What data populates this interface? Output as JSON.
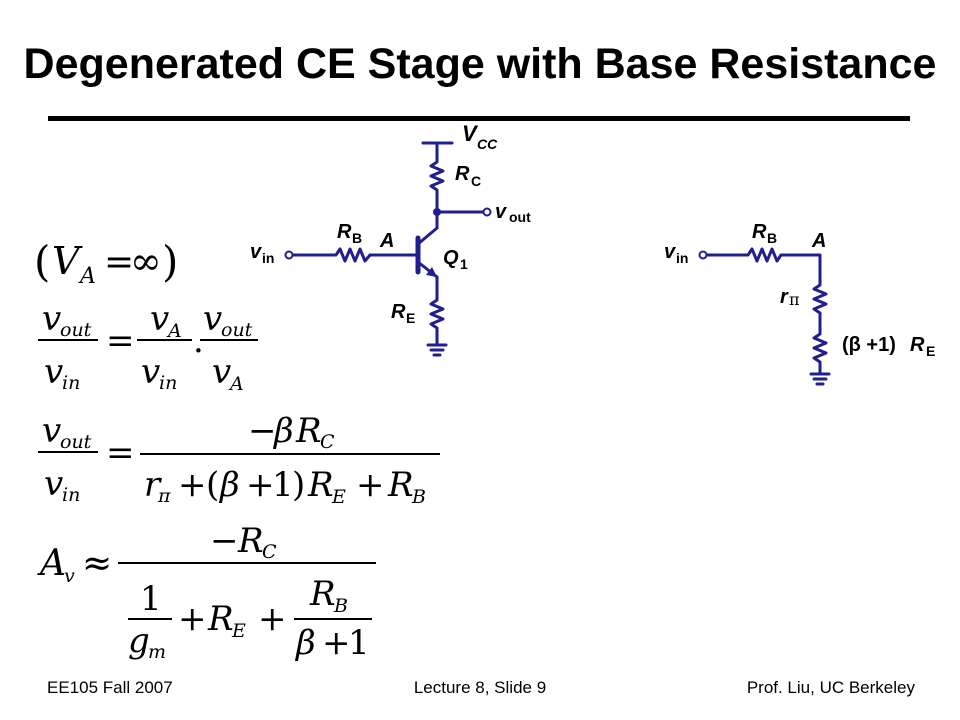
{
  "slide": {
    "title": "Degenerated CE Stage with Base Resistance"
  },
  "footer": {
    "left": "EE105 Fall 2007",
    "center": "Lecture 8, Slide 9",
    "right": "Prof. Liu, UC Berkeley"
  },
  "circuit_left": {
    "vcc": "V",
    "vcc_sub": "CC",
    "rc": "R",
    "rc_sub": "C",
    "vout": "v",
    "vout_sub": "out",
    "rb": "R",
    "rb_sub": "B",
    "node_a": "A",
    "q": "Q",
    "q_sub": "1",
    "re": "R",
    "re_sub": "E",
    "vin": "v",
    "vin_sub": "in"
  },
  "circuit_right": {
    "vin": "v",
    "vin_sub": "in",
    "rb": "R",
    "rb_sub": "B",
    "node_a": "A",
    "rpi": "r",
    "rpi_sub": "π",
    "beta_term": "(β +1)",
    "re": "R",
    "re_sub": "E"
  },
  "equations": {
    "eq1": {
      "lparen": "(",
      "v": "V",
      "sub": "A",
      "eq": "=",
      "inf": "∞",
      "rparen": ")"
    },
    "eq2": {
      "n1": "v",
      "n1s": "out",
      "d1": "v",
      "d1s": "in",
      "eq": "=",
      "n2": "v",
      "n2s": "A",
      "d2": "v",
      "d2s": "in",
      "dot": ".",
      "n3": "v",
      "n3s": "out",
      "d3": "v",
      "d3s": "A"
    },
    "eq3": {
      "n1": "v",
      "n1s": "out",
      "d1": "v",
      "d1s": "in",
      "eq": "=",
      "num_minus": "−",
      "num_beta": "β",
      "num_r": "R",
      "num_rs": "C",
      "den_r": "r",
      "den_rs": "π",
      "den_plus1": "+",
      "den_lp": "(",
      "den_beta": "β",
      "den_plus2": "+",
      "den_one": "1",
      "den_rp": ")",
      "den_re": "R",
      "den_res": "E",
      "den_plus3": "+",
      "den_rb": "R",
      "den_rbs": "B"
    },
    "eq4": {
      "a": "A",
      "as": "v",
      "approx": "≈",
      "num_minus": "−",
      "num_r": "R",
      "num_rs": "C",
      "one": "1",
      "gm": "g",
      "gms": "m",
      "plus1": "+",
      "re": "R",
      "res": "E",
      "plus2": "+",
      "rb": "R",
      "rbs": "B",
      "beta": "β",
      "plus3": "+",
      "one2": "1"
    }
  }
}
